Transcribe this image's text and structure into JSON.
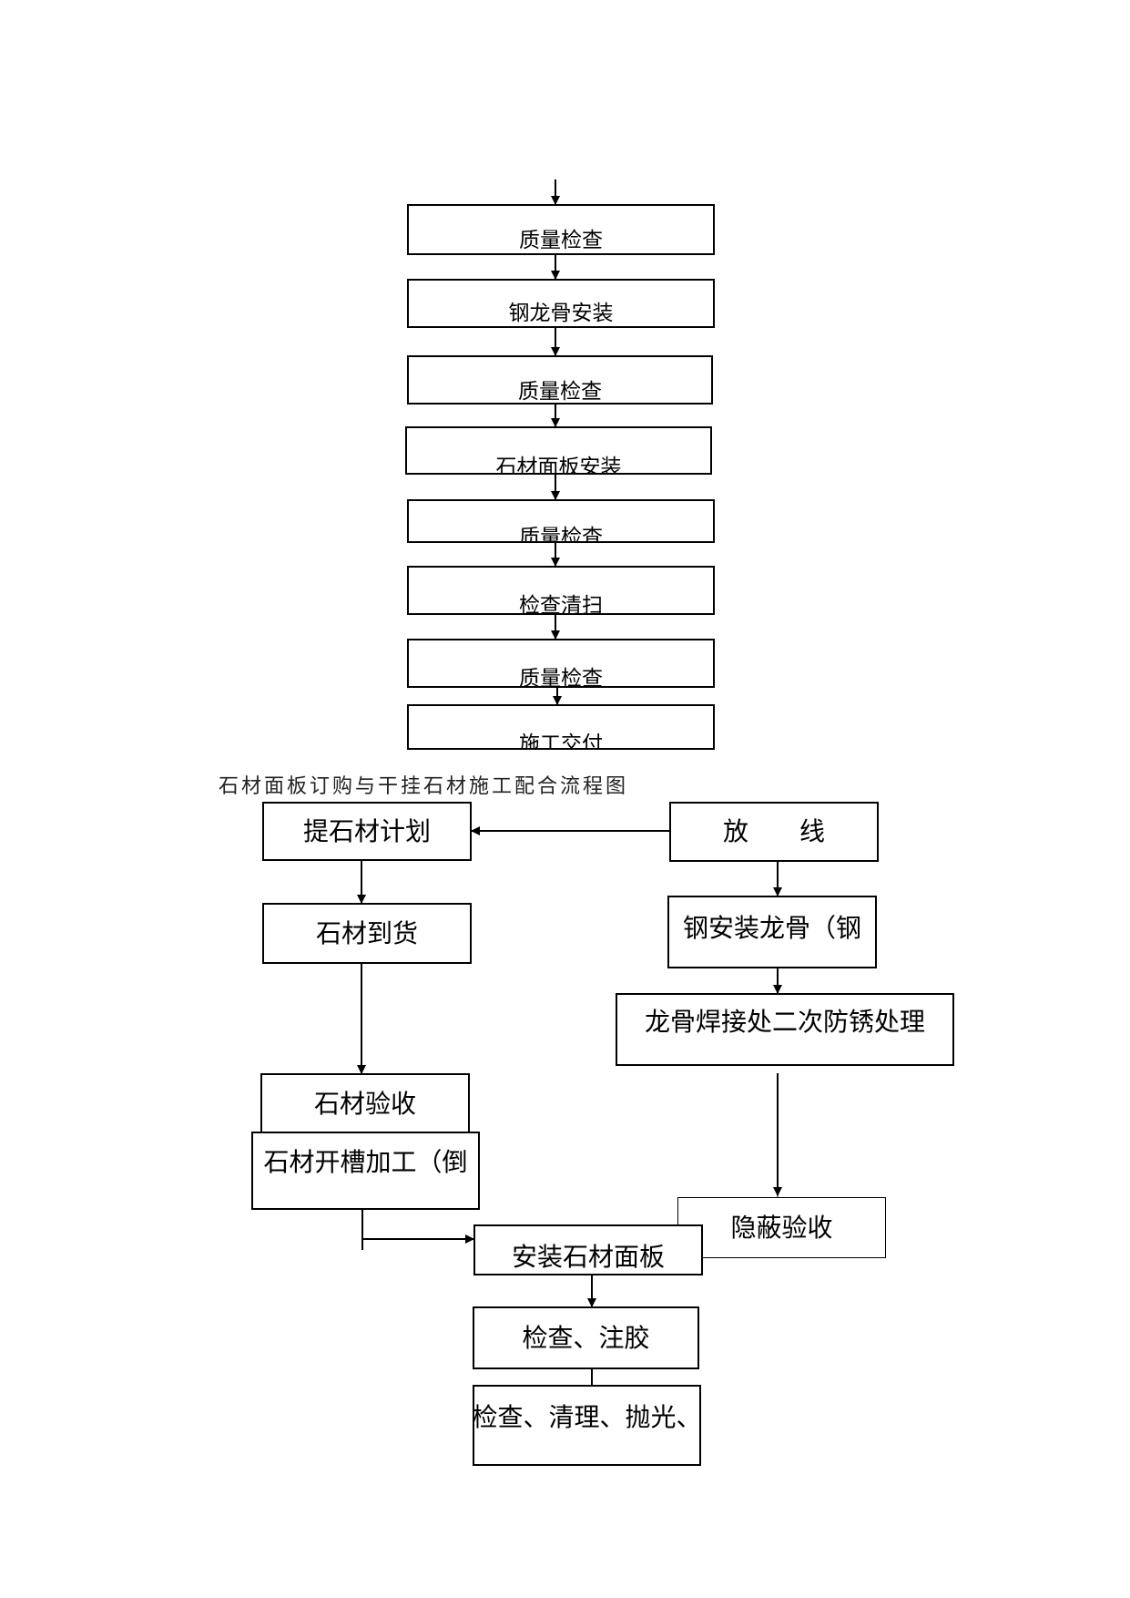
{
  "top_flow": {
    "steps": [
      "质量检查",
      "钢龙骨安装",
      "质量检查",
      "石材面板安装",
      "质量检查",
      "检查清扫",
      "质量检查",
      "施工交付"
    ]
  },
  "caption": "石材面板订购与干挂石材施工配合流程图",
  "bottom_flow": {
    "stone_plan": "提石材计划",
    "stone_arrival": "石材到货",
    "stone_acceptance": "石材验收",
    "stone_grooving": "石材开槽加工（倒",
    "layout": "放　　线",
    "keel_install": "钢安装龙骨（钢",
    "anti_rust": "龙骨焊接处二次防锈处理",
    "concealed_acceptance": "隐蔽验收",
    "install_panels": "安装石材面板",
    "inspect_glue": "检查、注胶",
    "final_clean": "检查、清理、抛光、"
  }
}
